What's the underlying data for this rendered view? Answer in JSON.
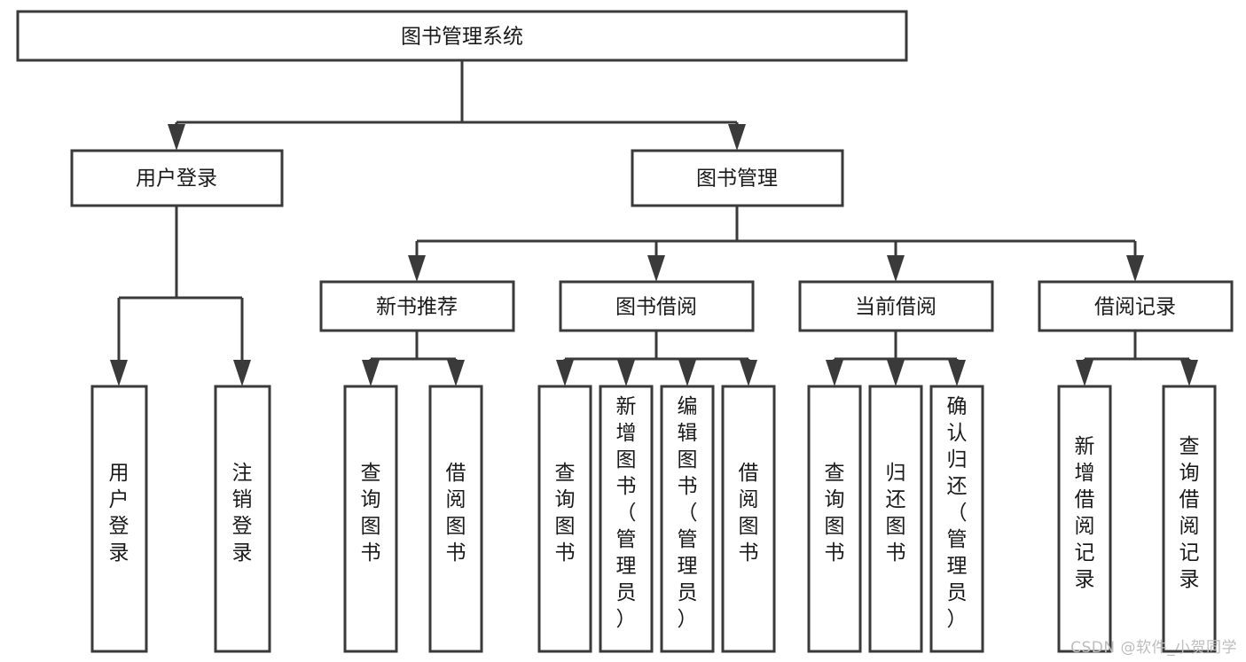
{
  "diagram": {
    "title": "图书管理系统",
    "type": "tree-hierarchy",
    "watermark": "CSDN @软件_小贺同学",
    "colors": {
      "stroke": "#3a3a3a",
      "fill": "#ffffff",
      "text": "#1a1a1a",
      "watermark": "#bdbdbd",
      "background": "#ffffff"
    },
    "root": {
      "label": "图书管理系统"
    },
    "level2": [
      {
        "label": "用户登录"
      },
      {
        "label": "图书管理"
      }
    ],
    "level3": [
      {
        "label": "新书推荐"
      },
      {
        "label": "图书借阅"
      },
      {
        "label": "当前借阅"
      },
      {
        "label": "借阅记录"
      }
    ],
    "leaves": {
      "user_login": [
        {
          "label": "用户登录"
        },
        {
          "label": "注销登录"
        }
      ],
      "new_book_recommend": [
        {
          "label": "查询图书"
        },
        {
          "label": "借阅图书"
        }
      ],
      "book_borrow": [
        {
          "label": "查询图书"
        },
        {
          "label": "新增图书（管理员）"
        },
        {
          "label": "编辑图书（管理员）"
        },
        {
          "label": "借阅图书"
        }
      ],
      "current_borrow": [
        {
          "label": "查询图书"
        },
        {
          "label": "归还图书"
        },
        {
          "label": "确认归还（管理员）"
        }
      ],
      "borrow_record": [
        {
          "label": "新增借阅记录"
        },
        {
          "label": "查询借阅记录"
        }
      ]
    }
  }
}
